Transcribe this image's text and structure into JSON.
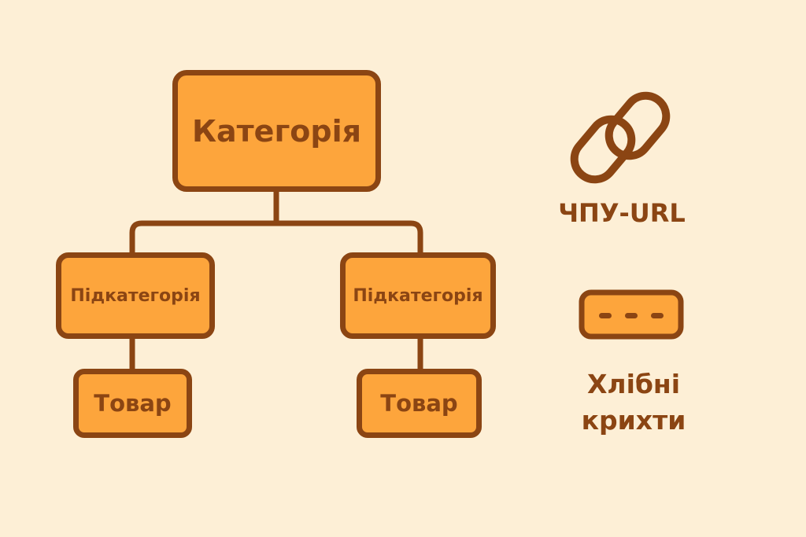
{
  "diagram": {
    "root": {
      "label": "Категорія"
    },
    "subcategories": [
      {
        "label": "Підкатегорія"
      },
      {
        "label": "Підкатегорія"
      }
    ],
    "products": [
      {
        "label": "Товар"
      },
      {
        "label": "Товар"
      }
    ]
  },
  "legend": {
    "url": {
      "icon": "chain-link-icon",
      "label": "ЧПУ-URL"
    },
    "breadcrumbs": {
      "icon": "breadcrumbs-icon",
      "line1": "Хлібні",
      "line2": "крихти"
    }
  },
  "colors": {
    "background": "#fdefd6",
    "node_fill": "#fda53c",
    "stroke": "#8b4513"
  }
}
